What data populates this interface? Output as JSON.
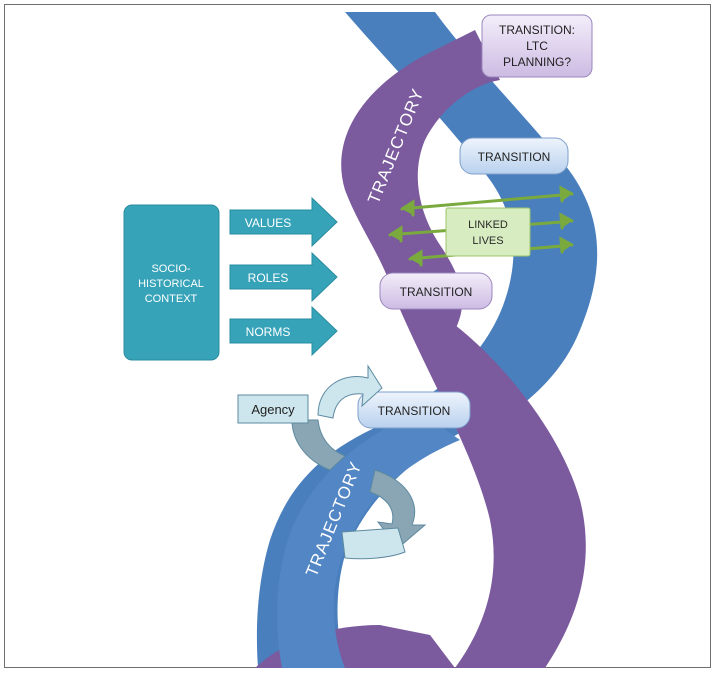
{
  "context_box": {
    "lines": [
      "SOCIO-",
      "HISTORICAL",
      "CONTEXT"
    ]
  },
  "influence_arrows": [
    "VALUES",
    "ROLES",
    "NORMS"
  ],
  "trajectory_labels": [
    "TRAJECTORY",
    "TRAJECTORY"
  ],
  "transitions": {
    "top": {
      "lines": [
        "TRANSITION:",
        "LTC",
        "PLANNING?"
      ]
    },
    "upper": "TRANSITION",
    "middle": "TRANSITION",
    "lower": "TRANSITION"
  },
  "linked_lives": {
    "lines": [
      "LINKED",
      "LIVES"
    ]
  },
  "agency": "Agency",
  "colors": {
    "ribbon_blue": "#4a7fbd",
    "ribbon_purple": "#7b5a9e",
    "teal_box": "#36a3b8",
    "transition_blue": "#c5d9f2",
    "transition_purple": "#d7c9ea",
    "linked_lives_fill": "#d8ecc1",
    "linked_arrow": "#7aaa3e",
    "agency_fill": "#cde6ee"
  }
}
